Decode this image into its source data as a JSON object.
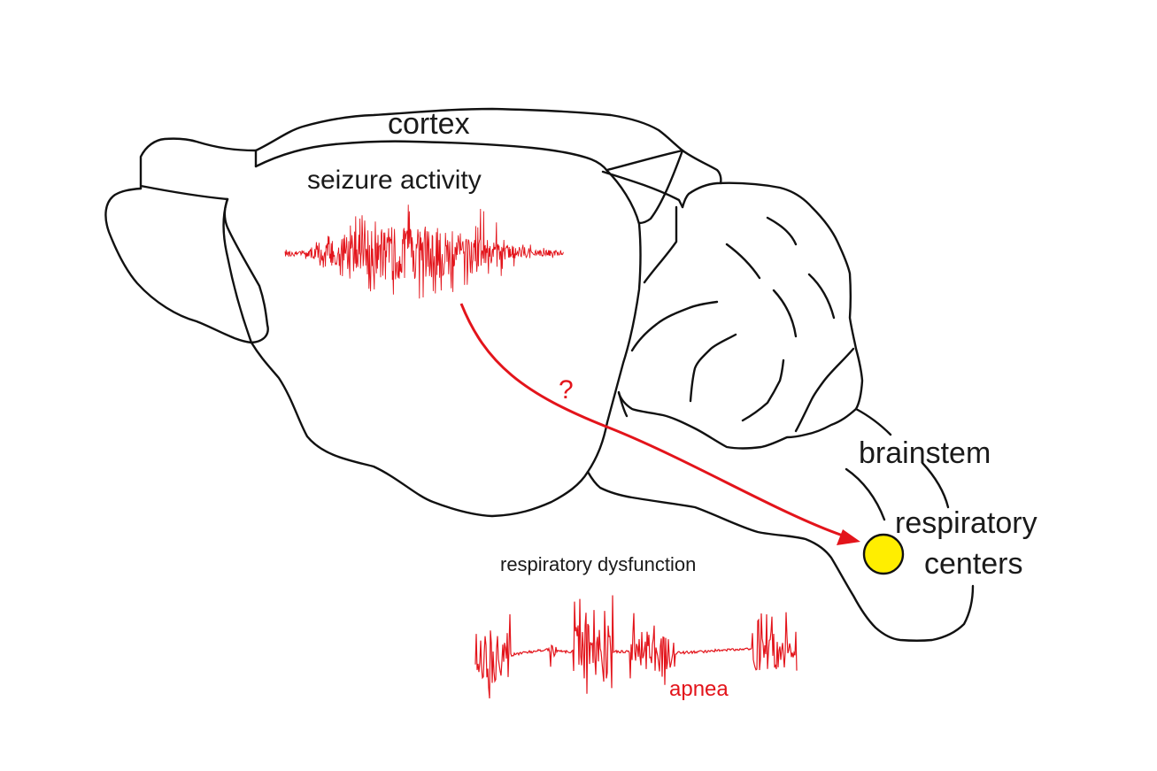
{
  "labels": {
    "cortex": "cortex",
    "seizure_activity": "seizure activity",
    "question_mark": "?",
    "brainstem": "brainstem",
    "respiratory": "respiratory",
    "centers": "centers",
    "respiratory_dysfunction": "respiratory dysfunction",
    "apnea": "apnea"
  },
  "colors": {
    "outline": "#111111",
    "signal_red": "#e3141b",
    "respiratory_center_fill": "#ffee00"
  }
}
